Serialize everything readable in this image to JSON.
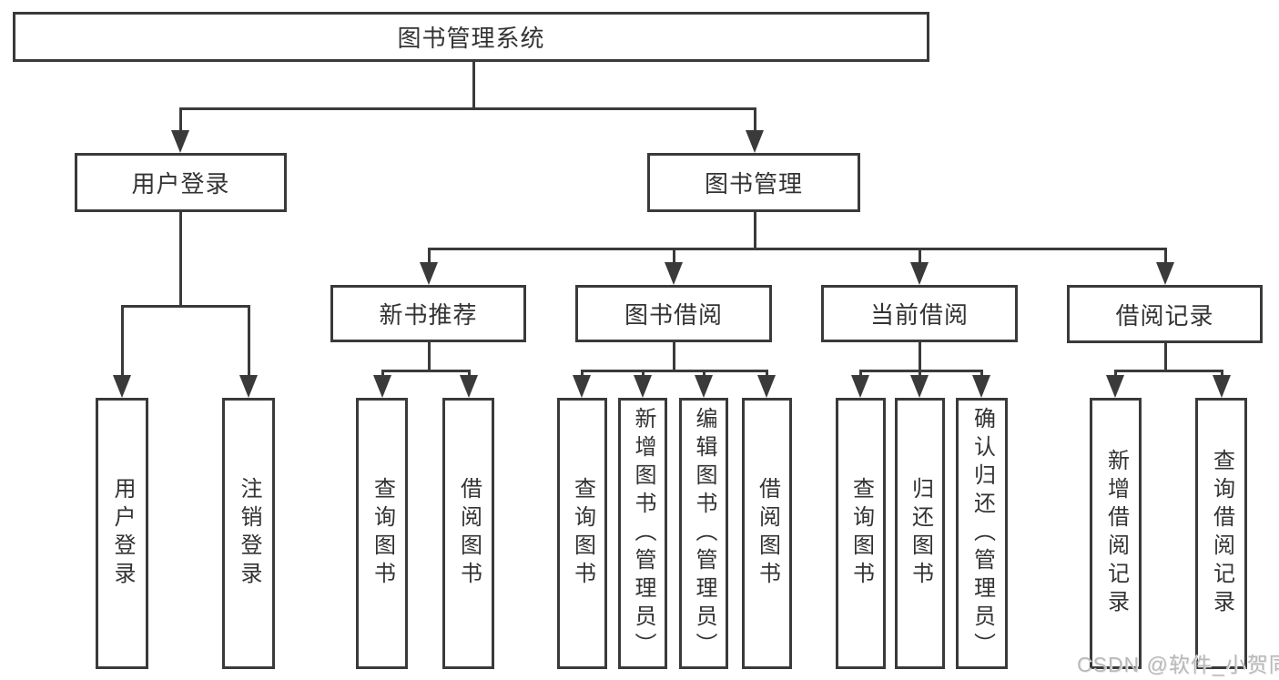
{
  "diagram": {
    "type": "hierarchy-tree",
    "colors": {
      "line": "#3a3a3a",
      "text": "#333333",
      "background": "#ffffff",
      "watermark": "#b9b9b9"
    }
  },
  "tree": {
    "root": {
      "label": "图书管理系统",
      "children": [
        {
          "label": "用户登录",
          "children": [
            {
              "label": "用户登录"
            },
            {
              "label": "注销登录"
            }
          ]
        },
        {
          "label": "图书管理",
          "children": [
            {
              "label": "新书推荐",
              "children": [
                {
                  "label": "查询图书"
                },
                {
                  "label": "借阅图书"
                }
              ]
            },
            {
              "label": "图书借阅",
              "children": [
                {
                  "label": "查询图书"
                },
                {
                  "label": "新增图书（管理员）"
                },
                {
                  "label": "编辑图书（管理员）"
                },
                {
                  "label": "借阅图书"
                }
              ]
            },
            {
              "label": "当前借阅",
              "children": [
                {
                  "label": "查询图书"
                },
                {
                  "label": "归还图书"
                },
                {
                  "label": "确认归还（管理员）"
                }
              ]
            },
            {
              "label": "借阅记录",
              "children": [
                {
                  "label": "新增借阅记录"
                },
                {
                  "label": "查询借阅记录"
                }
              ]
            }
          ]
        }
      ]
    }
  },
  "watermark": {
    "text": "CSDN @软件_小贺同学"
  }
}
